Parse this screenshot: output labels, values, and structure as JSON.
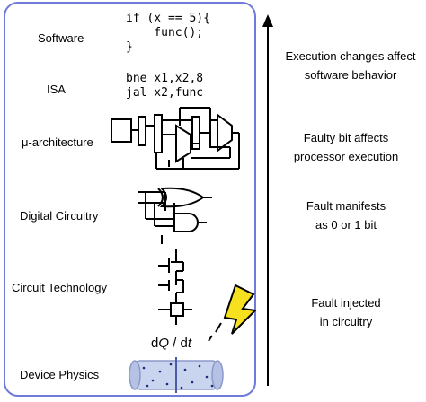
{
  "layers": [
    {
      "label": "Software"
    },
    {
      "label": "ISA"
    },
    {
      "label": "μ-architecture"
    },
    {
      "label": "Digital Circuitry"
    },
    {
      "label": "Circuit Technology"
    },
    {
      "label": "Device Physics"
    }
  ],
  "software_code": [
    "if (x == 5){",
    "    func();",
    "}"
  ],
  "isa_code": [
    "bne x1,x2,8",
    "jal x2,func"
  ],
  "equation": {
    "d1": "d",
    "q": "Q",
    "slash": " / ",
    "d2": "d",
    "t": "t"
  },
  "effects": [
    {
      "line1": "Execution changes affect",
      "line2": "software behavior"
    },
    {
      "line1": "Faulty bit affects",
      "line2": "processor execution"
    },
    {
      "line1": "Fault manifests",
      "line2": "as 0 or 1 bit"
    },
    {
      "line1": "Fault injected",
      "line2": "in circuitry"
    }
  ],
  "icons": {
    "lightning": "lightning-bolt-icon",
    "arrow": "upward-arrow"
  },
  "colors": {
    "panel_border": "#6f7bd9",
    "bolt_fill": "#f7e11e",
    "device_fill": "#c9d4ef"
  }
}
